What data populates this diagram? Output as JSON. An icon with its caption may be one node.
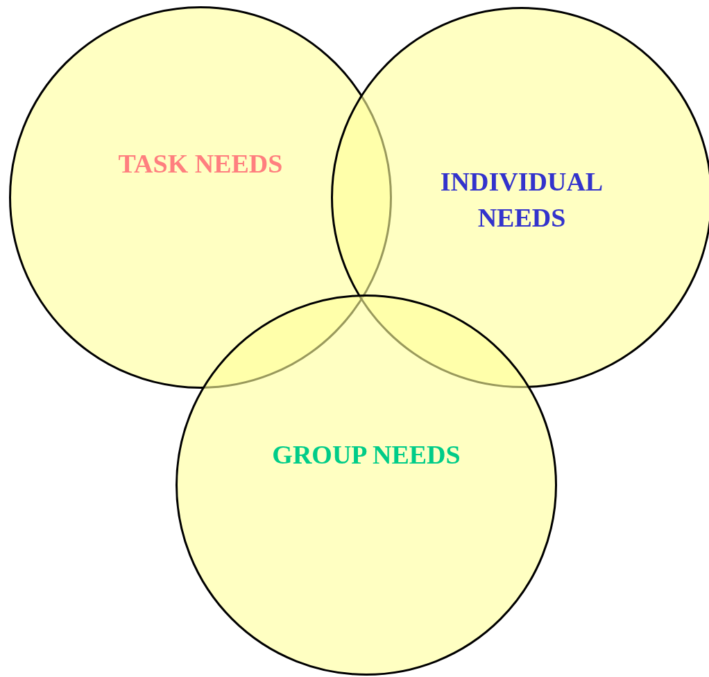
{
  "diagram": {
    "nodes": [
      {
        "text": [
          "TASK NEEDS"
        ]
      },
      {
        "text": [
          "INDIVIDUAL NEEDS"
        ]
      },
      {
        "text": [
          "GROUP NEEDS"
        ]
      }
    ]
  }
}
